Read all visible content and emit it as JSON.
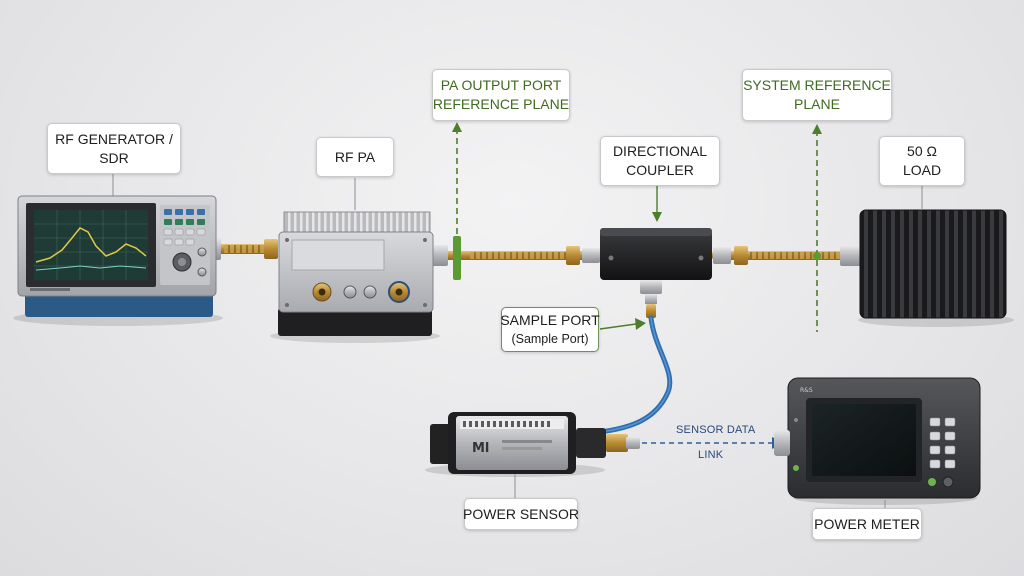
{
  "labels": {
    "rf_generator": [
      "RF GENERATOR /",
      "SDR"
    ],
    "rf_pa": [
      "RF PA"
    ],
    "pa_output_plane": [
      "PA OUTPUT PORT",
      "REFERENCE PLANE"
    ],
    "directional_coupler": [
      "DIRECTIONAL",
      "COUPLER"
    ],
    "system_reference_plane": [
      "SYSTEM REFERENCE",
      "PLANE"
    ],
    "load": [
      "50 Ω",
      "LOAD"
    ],
    "sample_port": [
      "SAMPLE PORT",
      "(Sample Port)"
    ],
    "power_sensor": [
      "POWER SENSOR"
    ],
    "power_meter": [
      "POWER METER"
    ]
  },
  "sensor_link": [
    "SENSOR DATA",
    "LINK"
  ],
  "device_text": {
    "power_sensor_brand": "Ml",
    "power_meter_brand": "R&S"
  },
  "colors": {
    "reference_plane": "#4e7d2c",
    "label_green_text": "#3f6b1f",
    "cable_blue": "#2f6fb0",
    "link_blue": "#2f5f9a",
    "connector_gold": "#c9a04a",
    "generator_base": "#2c5a86",
    "screen_green": "#1f3b35"
  }
}
